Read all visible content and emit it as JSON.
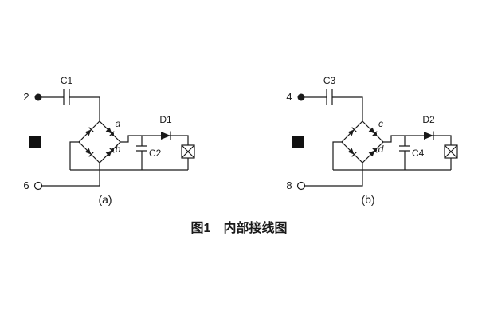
{
  "caption": "图1　内部接线图",
  "circuits": [
    {
      "panel_label": "(a)",
      "top_terminal": "2",
      "bottom_terminal": "6",
      "input_cap": "C1",
      "filter_cap": "C2",
      "diode": "D1",
      "bridge_top_label": "a",
      "bridge_bottom_label": "b"
    },
    {
      "panel_label": "(b)",
      "top_terminal": "4",
      "bottom_terminal": "8",
      "input_cap": "C3",
      "filter_cap": "C4",
      "diode": "D2",
      "bridge_top_label": "c",
      "bridge_bottom_label": "d"
    }
  ]
}
